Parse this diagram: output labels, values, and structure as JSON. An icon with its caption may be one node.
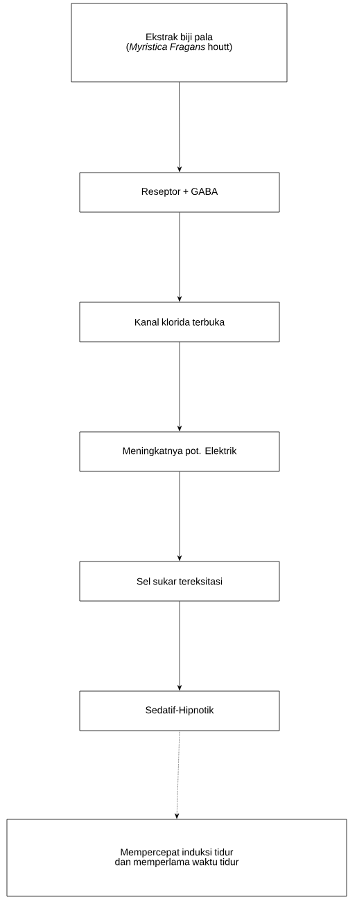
{
  "diagram": {
    "nodes": [
      {
        "text": [
          "Ekstrak biji pala (*Myristica Fragans* houtt)"
        ]
      },
      {
        "text": [
          "Reseptor + GABA"
        ]
      },
      {
        "text": [
          "Kanal klorida terbuka"
        ]
      },
      {
        "text": [
          "Meningkatnya pot. Elektrik"
        ]
      },
      {
        "text": [
          "Sel sukar tereksitasi"
        ]
      },
      {
        "text": [
          "Sedatif-Hipnotik"
        ]
      },
      {
        "text": [
          "Mempercepat induksi tidur dan memperlama waktu tidur"
        ]
      }
    ],
    "edges": [
      {
        "from": 0,
        "to": 1,
        "arrow": "to"
      },
      {
        "from": 1,
        "to": 2,
        "arrow": "to"
      },
      {
        "from": 2,
        "to": 3,
        "arrow": "to"
      },
      {
        "from": 3,
        "to": 4,
        "arrow": "to"
      },
      {
        "from": 4,
        "to": 5,
        "arrow": "to"
      },
      {
        "from": 5,
        "to": 6,
        "arrow": "to",
        "style": "dashed"
      }
    ]
  }
}
